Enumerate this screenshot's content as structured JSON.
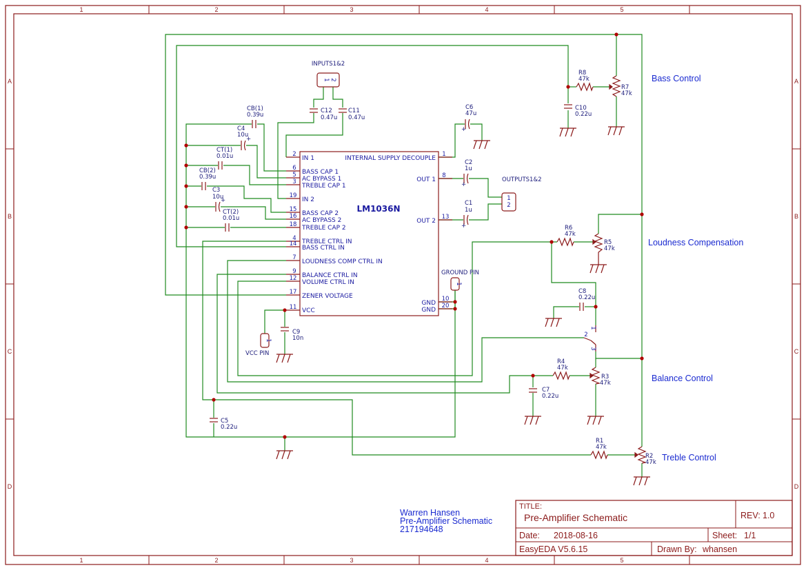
{
  "frame": {
    "columns": [
      "1",
      "2",
      "3",
      "4",
      "5"
    ],
    "rows": [
      "A",
      "B",
      "C",
      "D"
    ]
  },
  "chip": {
    "name": "LM1036N",
    "left_pins": [
      {
        "num": "2",
        "name": "IN 1"
      },
      {
        "num": "6",
        "name": "BASS CAP 1"
      },
      {
        "num": "5",
        "name": "AC BYPASS 1"
      },
      {
        "num": "3",
        "name": "TREBLE CAP 1"
      },
      {
        "num": "19",
        "name": "IN 2"
      },
      {
        "num": "15",
        "name": "BASS CAP 2"
      },
      {
        "num": "16",
        "name": "AC BYPASS 2"
      },
      {
        "num": "18",
        "name": "TREBLE CAP 2"
      },
      {
        "num": "4",
        "name": "TREBLE CTRL IN"
      },
      {
        "num": "14",
        "name": "BASS CTRL IN"
      },
      {
        "num": "7",
        "name": "LOUDNESS COMP CTRL IN"
      },
      {
        "num": "9",
        "name": "BALANCE CTRL IN"
      },
      {
        "num": "12",
        "name": "VOLUME CTRL IN"
      },
      {
        "num": "17",
        "name": "ZENER VOLTAGE"
      },
      {
        "num": "11",
        "name": "VCC"
      }
    ],
    "right_pins": [
      {
        "num": "1",
        "name": "INTERNAL SUPPLY DECOUPLE"
      },
      {
        "num": "8",
        "name": "OUT 1"
      },
      {
        "num": "13",
        "name": "OUT 2"
      },
      {
        "num": "10",
        "name": "GND"
      },
      {
        "num": "20",
        "name": "GND"
      }
    ]
  },
  "components": {
    "inputs": {
      "ref": "INPUTS1&2",
      "pin1": "1",
      "pin2": "2"
    },
    "outputs": {
      "ref": "OUTPUTS1&2",
      "pin1": "1",
      "pin2": "2"
    },
    "ground_pin": {
      "ref": "GROUND PIN",
      "pin": "1"
    },
    "vcc_pin": {
      "ref": "VCC PIN",
      "pin": "1"
    },
    "C12": {
      "ref": "C12",
      "value": "0.47u"
    },
    "C11": {
      "ref": "C11",
      "value": "0.47u"
    },
    "CB1": {
      "ref": "CB(1)",
      "value": "0.39u"
    },
    "C4": {
      "ref": "C4",
      "value": "10u"
    },
    "CT1": {
      "ref": "CT(1)",
      "value": "0.01u"
    },
    "CB2": {
      "ref": "CB(2)",
      "value": "0.39u"
    },
    "C3": {
      "ref": "C3",
      "value": "10u"
    },
    "CT2": {
      "ref": "CT(2)",
      "value": "0.01u"
    },
    "C6": {
      "ref": "C6",
      "value": "47u"
    },
    "C2": {
      "ref": "C2",
      "value": "1u"
    },
    "C1": {
      "ref": "C1",
      "value": "1u"
    },
    "C9": {
      "ref": "C9",
      "value": "10n"
    },
    "C10": {
      "ref": "C10",
      "value": "0.22u"
    },
    "C8": {
      "ref": "C8",
      "value": "0.22u"
    },
    "C7": {
      "ref": "C7",
      "value": "0.22u"
    },
    "C5": {
      "ref": "C5",
      "value": "0.22u"
    },
    "R8": {
      "ref": "R8",
      "value": "47k"
    },
    "R7": {
      "ref": "R7",
      "value": "47k"
    },
    "R6": {
      "ref": "R6",
      "value": "47k"
    },
    "R5": {
      "ref": "R5",
      "value": "47k"
    },
    "R4": {
      "ref": "R4",
      "value": "47k"
    },
    "R3": {
      "ref": "R3",
      "value": "47k"
    },
    "R1": {
      "ref": "R1",
      "value": "47k"
    },
    "R2": {
      "ref": "R2",
      "value": "47k"
    },
    "switch": {
      "p1": "1",
      "p2": "2",
      "p3": "3"
    }
  },
  "section_labels": {
    "bass": "Bass Control",
    "loudness": "Loudness Compensation",
    "balance": "Balance Control",
    "treble": "Treble Control"
  },
  "author": {
    "name": "Warren Hansen",
    "project": "Pre-Amplifier Schematic",
    "id": "217194648"
  },
  "title_block": {
    "title_label": "TITLE:",
    "title": "Pre-Amplifier Schematic",
    "rev_label": "REV:",
    "rev": "1.0",
    "date_label": "Date:",
    "date": "2018-08-16",
    "sheet_label": "Sheet:",
    "sheet": "1/1",
    "tool": "EasyEDA V5.6.15",
    "drawn_label": "Drawn By:",
    "drawn_by": "whansen"
  }
}
